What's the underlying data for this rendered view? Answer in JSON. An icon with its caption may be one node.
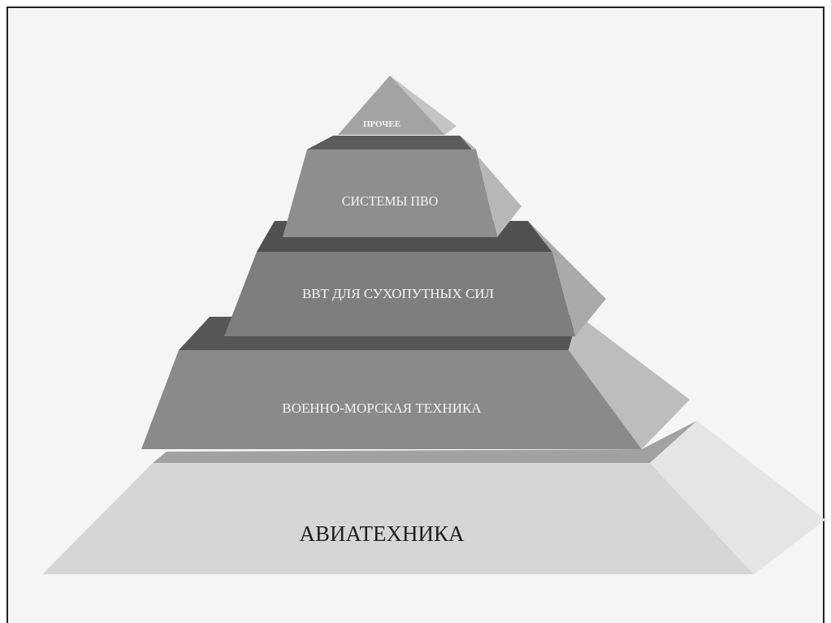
{
  "diagram": {
    "nodes": [
      {
        "text": [
          "ПРОЧЕЕ"
        ]
      },
      {
        "text": [
          "СИСТЕМЫ ПВО"
        ]
      },
      {
        "text": [
          "ВВТ ДЛЯ СУХОПУТНЫХ СИЛ"
        ]
      },
      {
        "text": [
          "ВОЕННО-МОРСКАЯ ТЕХНИКА"
        ]
      },
      {
        "text": [
          "АВИАТЕХНИКА"
        ]
      }
    ]
  }
}
